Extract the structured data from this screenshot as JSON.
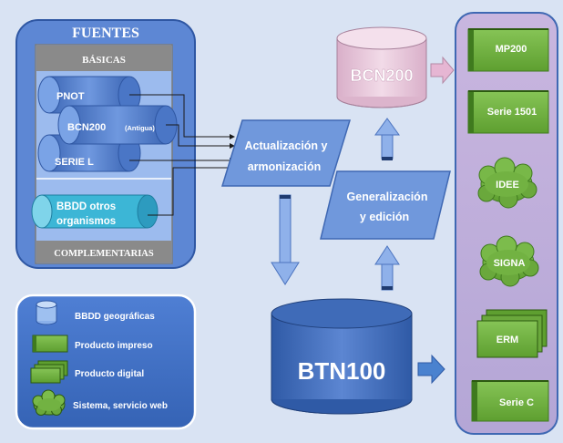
{
  "sources": {
    "title": "FUENTES",
    "basic_header": "BÁSICAS",
    "complementary_footer": "COMPLEMENTARIAS",
    "databases": {
      "pnot": "PNOT",
      "bcn200_old": "BCN200",
      "bcn200_old_note": "(Antigua)",
      "serie_l": "SERIE L",
      "bbdd_line1": "BBDD otros",
      "bbdd_line2": "organismos"
    }
  },
  "process": {
    "update_line1": "Actualización y",
    "update_line2": "armonización",
    "generalization_line1": "Generalización",
    "generalization_line2": "y edición"
  },
  "databases": {
    "bcn200": "BCN200",
    "btn100": "BTN100"
  },
  "products": [
    "MP200",
    "Serie 1501",
    "IDEE",
    "SIGNA",
    "ERM",
    "Serie C"
  ],
  "legend": {
    "geo_db": "BBDD geográficas",
    "printed_product": "Producto impreso",
    "digital_product": "Producto digital",
    "web_service": "Sistema, servicio web"
  },
  "colors": {
    "background": "#d9e3f3",
    "panel_blue": "#4f7ccc",
    "panel_light": "#8aaee8",
    "db_blue": "#4472c4",
    "pink_db": "#e8c8dc",
    "product_panel": "#c7b3dc",
    "product_green": "#6fb33c",
    "arrow_pink": "#e6b6d3",
    "parallelogram": "#6e95d6"
  }
}
